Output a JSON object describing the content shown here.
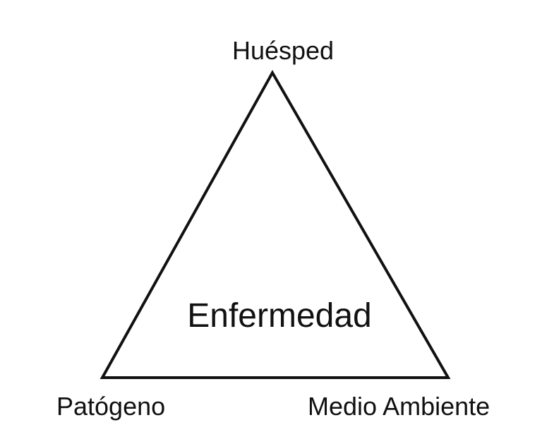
{
  "diagram": {
    "vertices": {
      "top": "Huésped",
      "bottom_left": "Patógeno",
      "bottom_right": "Medio Ambiente"
    },
    "center_label": "Enfermedad"
  },
  "colors": {
    "background": "#ffffff",
    "stroke": "#111111",
    "text": "#111111"
  }
}
